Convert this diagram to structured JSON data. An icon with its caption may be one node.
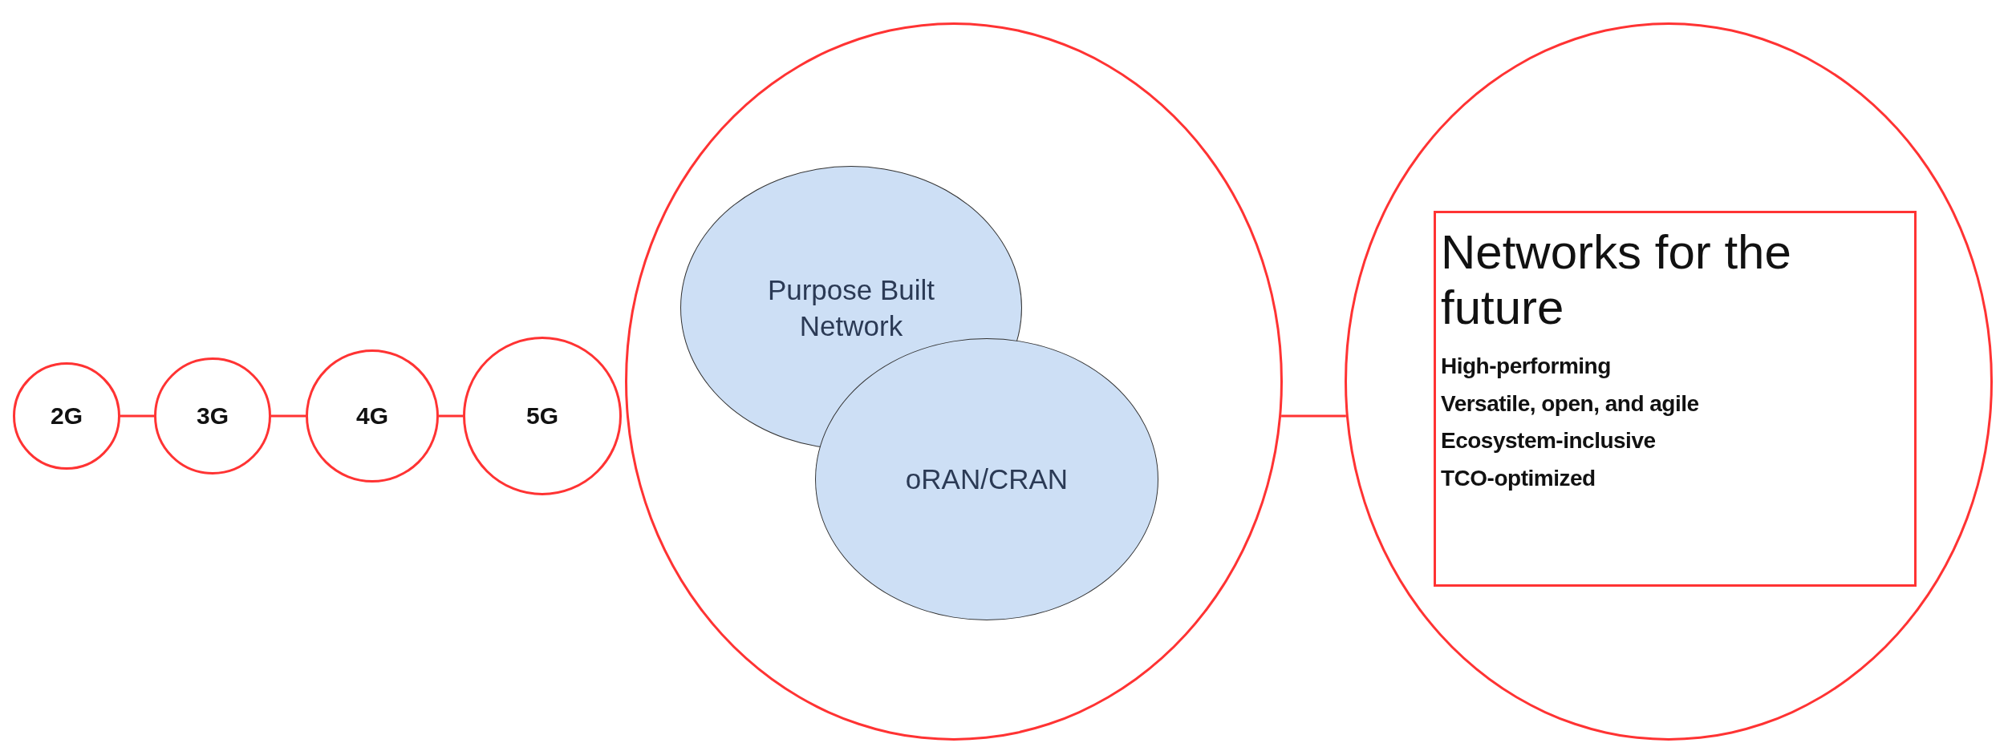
{
  "diagram": {
    "nodes": [
      {
        "text": [
          "2G"
        ]
      },
      {
        "text": [
          "3G"
        ]
      },
      {
        "text": [
          "4G"
        ]
      },
      {
        "text": [
          "5G"
        ]
      },
      {
        "text": [],
        "shape": "circle"
      },
      {
        "text": [
          "Purpose Built Network"
        ],
        "in": 4
      },
      {
        "text": [
          "oRAN/CRAN"
        ],
        "in": 4
      },
      {
        "text": [],
        "shape": "circle"
      },
      {
        "text": [
          "Networks for the future",
          "High-performing",
          "Versatile, open, and agile",
          "Ecosystem-inclusive",
          "TCO-optimized"
        ],
        "in": 7
      }
    ],
    "edges": [
      {
        "from": 0,
        "to": 1,
        "arrow": "none"
      },
      {
        "from": 1,
        "to": 2,
        "arrow": "none"
      },
      {
        "from": 2,
        "to": 3,
        "arrow": "none"
      },
      {
        "from": 4,
        "to": 7,
        "arrow": "none"
      }
    ]
  }
}
